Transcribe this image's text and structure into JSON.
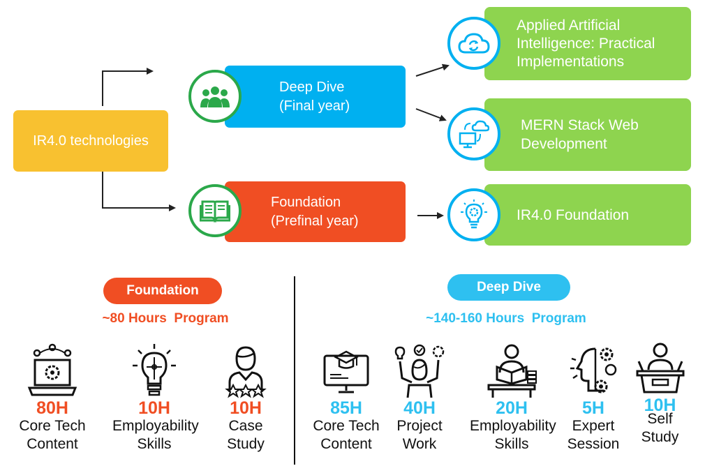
{
  "flow": {
    "root": "IR4.0 technologies",
    "deep_dive": {
      "title": "Deep Dive",
      "subtitle": "(Final year)"
    },
    "foundation": {
      "title": "Foundation",
      "subtitle": "(Prefinal year)"
    },
    "outcomes": [
      {
        "line1": "Applied Artificial",
        "line2": "Intelligence: Practical",
        "line3": "Implementations",
        "icon": "cloud-sync-icon"
      },
      {
        "line1": "MERN Stack Web",
        "line2": "Development",
        "icon": "cloud-computer-icon"
      },
      {
        "line1": "IR4.0 Foundation",
        "icon": "lightbulb-gear-icon"
      }
    ]
  },
  "foundation_program": {
    "badge": "Foundation",
    "duration": "~80 Hours  Program",
    "items": [
      {
        "hours": "80H",
        "line1": "Core Tech",
        "line2": "Content",
        "icon": "laptop-gear-icon"
      },
      {
        "hours": "10H",
        "line1": "Employability",
        "line2": "Skills",
        "icon": "bulb-puzzle-icon"
      },
      {
        "hours": "10H",
        "line1": "Case",
        "line2": "Study",
        "icon": "person-stars-icon"
      }
    ]
  },
  "deep_dive_program": {
    "badge": "Deep Dive",
    "duration": "~140-160 Hours  Program",
    "items": [
      {
        "hours": "85H",
        "line1": "Core Tech",
        "line2": "Content",
        "icon": "monitor-graduation-icon"
      },
      {
        "hours": "40H",
        "line1": "Project",
        "line2": "Work",
        "icon": "person-ideas-icon"
      },
      {
        "hours": "20H",
        "line1": "Employability",
        "line2": "Skills",
        "icon": "person-reading-icon"
      },
      {
        "hours": "5H",
        "line1": "Expert",
        "line2": "Session",
        "icon": "head-gears-icon"
      },
      {
        "hours": "10H",
        "line1": "Self",
        "line2": "Study",
        "icon": "person-podium-icon"
      }
    ]
  },
  "colors": {
    "yellow": "#F8C130",
    "blue": "#00B0F0",
    "orange": "#F04E23",
    "green": "#8ED44F",
    "icon_green": "#2BA84A"
  }
}
